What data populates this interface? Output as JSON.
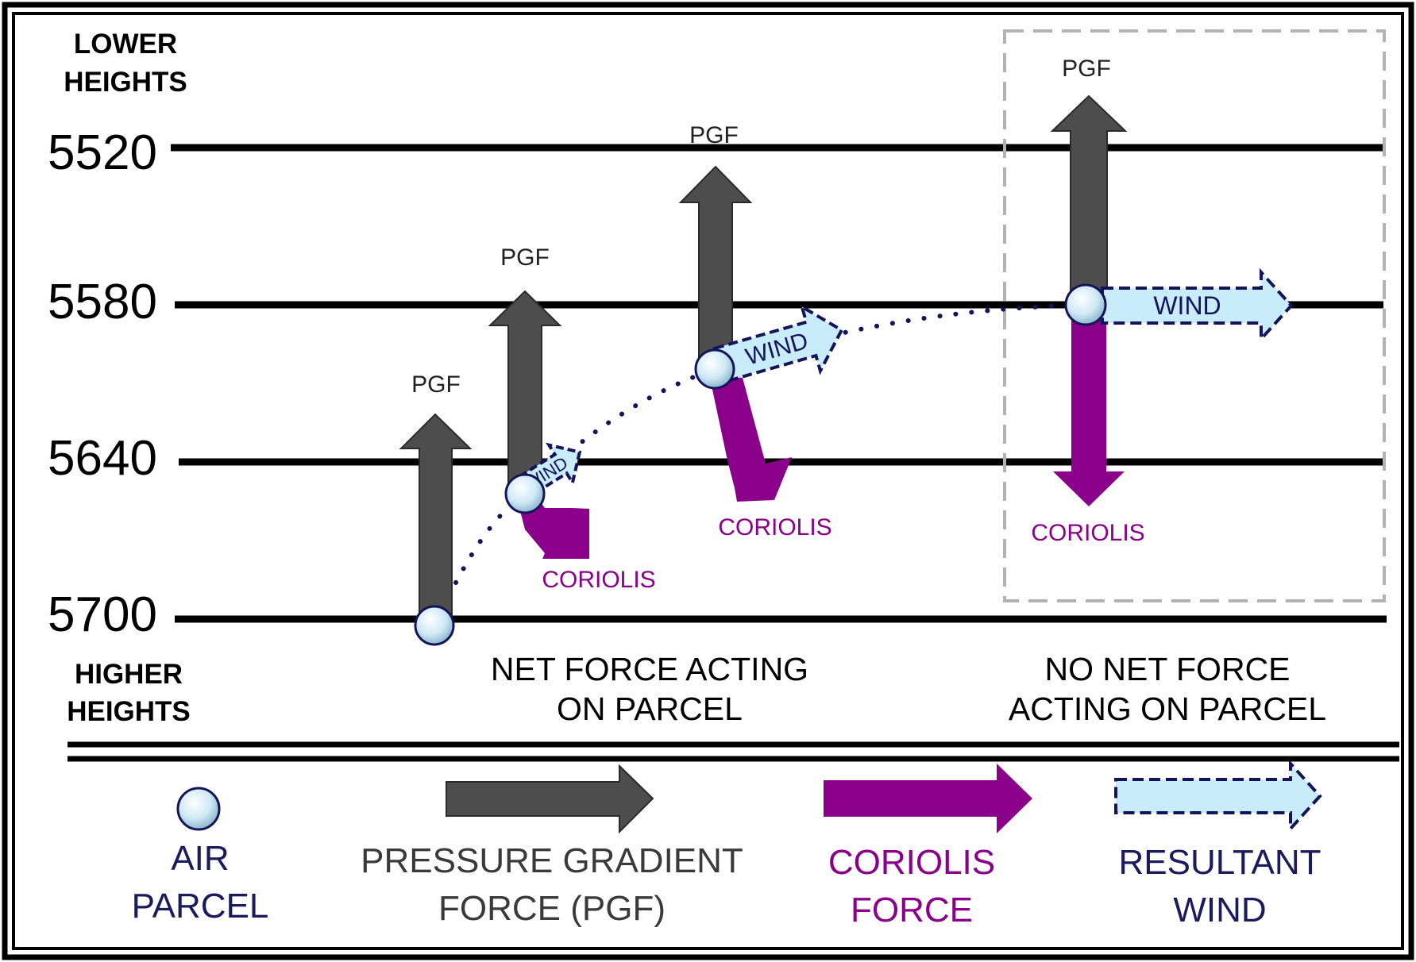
{
  "colors": {
    "pgf": "#4d4d4d",
    "coriolis": "#8a008a",
    "wind_fill": "#c9ecfb",
    "wind_stroke": "#14145a",
    "trajectory": "#14145a",
    "parcel_fill": "#d6eef8",
    "parcel_stroke": "#14145a",
    "frame": "#000000",
    "legend_text_parcel": "#1a1a5c",
    "legend_text_pgf": "#3a3a3a",
    "legend_text_coriolis": "#8a008a",
    "legend_text_wind": "#1a1a5c"
  },
  "heights": {
    "lower_line1": "LOWER",
    "lower_line2": "HEIGHTS",
    "higher_line1": "HIGHER",
    "higher_line2": "HEIGHTS",
    "contours": [
      "5520",
      "5580",
      "5640",
      "5700"
    ]
  },
  "labels": {
    "pgf": "PGF",
    "coriolis": "CORIOLIS",
    "wind": "WIND"
  },
  "captions": {
    "net_force_line1": "NET FORCE ACTING",
    "net_force_line2": "ON PARCEL",
    "no_net_force_line1": "NO NET FORCE",
    "no_net_force_line2": "ACTING ON PARCEL"
  },
  "legend": {
    "parcel_line1": "AIR",
    "parcel_line2": "PARCEL",
    "pgf_line1": "PRESSURE GRADIENT",
    "pgf_line2": "FORCE (PGF)",
    "coriolis_line1": "CORIOLIS",
    "coriolis_line2": "FORCE",
    "wind_line1": "RESULTANT",
    "wind_line2": "WIND"
  }
}
